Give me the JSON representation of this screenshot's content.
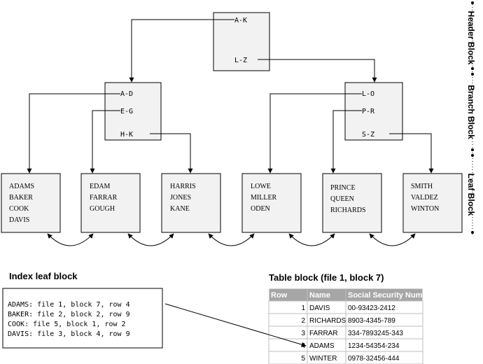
{
  "header_block": {
    "entries": [
      "A-K",
      "L-Z"
    ]
  },
  "branch_blocks": [
    {
      "entries": [
        "A-D",
        "E-G",
        "H-K"
      ]
    },
    {
      "entries": [
        "L-O",
        "P-R",
        "S-Z"
      ]
    }
  ],
  "leaf_blocks": [
    {
      "names": [
        "ADAMS",
        "BAKER",
        "COOK",
        "DAVIS"
      ]
    },
    {
      "names": [
        "EDAM",
        "FARRAR",
        "GOUGH"
      ]
    },
    {
      "names": [
        "HARRIS",
        "JONES",
        "KANE"
      ]
    },
    {
      "names": [
        "LOWE",
        "MILLER",
        "ODEN"
      ]
    },
    {
      "names": [
        "PRINCE",
        "QUEEN",
        "RICHARDS"
      ]
    },
    {
      "names": [
        "SMITH",
        "VALDEZ",
        "WINTON"
      ]
    }
  ],
  "side_labels": {
    "header": "Header Block",
    "branch": "Branch Block",
    "leaf": "Leaf Block"
  },
  "index_leaf": {
    "title": "Index leaf block",
    "lines": [
      "ADAMS: file 1, block 7, row 4",
      "BAKER: file 2, block 2, row 9",
      "COOK: file 5, block 1, row 2",
      "DAVIS: file 3, block 4, row 9"
    ]
  },
  "table_block": {
    "title": "Table block (file 1, block 7)",
    "columns": [
      "Row",
      "Name",
      "Social Security Num"
    ],
    "rows": [
      {
        "row": "1",
        "name": "DAVIS",
        "ssn": "00-93423-2412"
      },
      {
        "row": "2",
        "name": "RICHARDS",
        "ssn": "8903-4345-789"
      },
      {
        "row": "3",
        "name": "FARRAR",
        "ssn": "334-7893245-343"
      },
      {
        "row": "4",
        "name": "ADAMS",
        "ssn": "1234-54354-234"
      },
      {
        "row": "5",
        "name": "WINTER",
        "ssn": "0978-32456-444"
      }
    ],
    "header_color": "#a6a6a6"
  },
  "colors": {
    "box_fill": "#f2f2f2",
    "line": "#000000"
  }
}
